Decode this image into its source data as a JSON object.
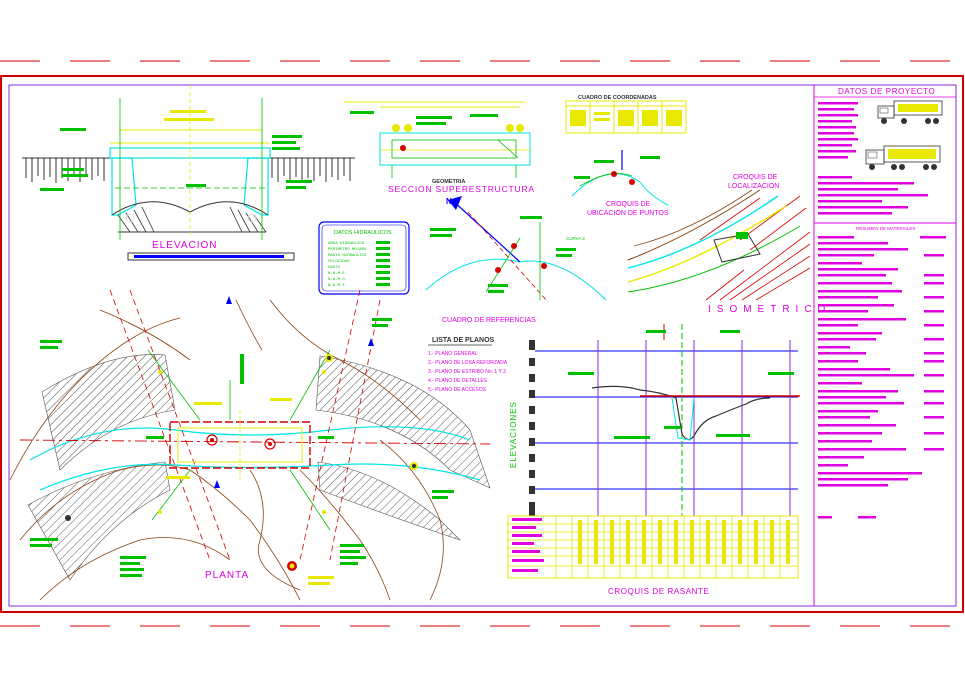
{
  "titles": {
    "elevacion": "ELEVACION",
    "seccion": "SECCION SUPERESTRUCTURA",
    "geometria": "GEOMETRIA",
    "cuadro_coordenadas": "CUADRO DE COORDENADAS",
    "croquis_ubicacion": [
      "CROQUIS DE",
      "UBICACION DE PUNTOS"
    ],
    "croquis_localizacion": [
      "CROQUIS DE",
      "LOCALIZACION"
    ],
    "isometrico": "ISOMETRICO",
    "datos_hidraulicos": "DATOS HIDRAULICOS",
    "cuadro_referencias": "CUADRO DE REFERENCIAS",
    "lista_planos": "LISTA DE PLANOS",
    "planta": "PLANTA",
    "elevaciones": "ELEVACIONES",
    "croquis_rasante": "CROQUIS DE RASANTE",
    "datos_proyecto": "DATOS DE PROYECTO",
    "resumen_materiales": "RESUMEN DE MATERIALES",
    "curva": "CURVA 2"
  },
  "lista_planos": [
    "1.- PLANO GENERAL",
    "2.- PLANO DE LOSA REFORZADA",
    "3.- PLANO DE ESTRIBO No. 1 Y 2",
    "4.- PLANO DE DETALLES",
    "5.- PLANO DE ACCESOS"
  ],
  "datos_hidraulicos": [
    "AREA HIDRAULICA",
    "PERIMETRO MOJADO",
    "RADIO HIDRAULICO",
    "VELOCIDAD",
    "GASTO",
    "N.A.M.E.",
    "N.A.M.O.",
    "N.A.M.I."
  ],
  "colors": {
    "frame": "#d40000",
    "cyan": "#00e5e5",
    "yellow": "#e8e800",
    "green": "#00c000",
    "magenta": "#e000e0",
    "blue": "#0000ff",
    "brown": "#8b4513",
    "red": "#ff0000",
    "dark": "#333333"
  }
}
